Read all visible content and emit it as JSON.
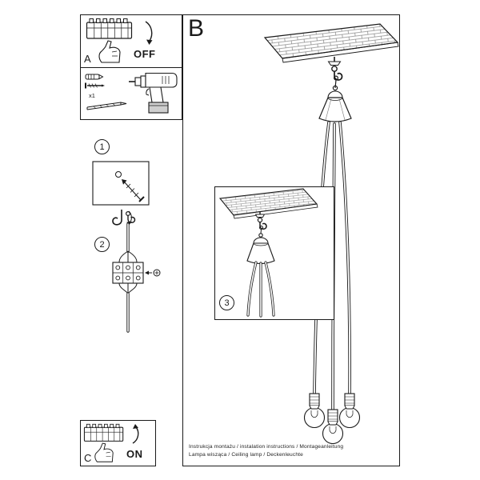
{
  "colors": {
    "ink": "#1a1a1a",
    "paper": "#ffffff",
    "battery_shade": "#cfcfcf"
  },
  "panel_a": {
    "label": "A",
    "state": "OFF"
  },
  "tools": {
    "qty": "x1"
  },
  "panel_b": {
    "label": "B"
  },
  "steps": {
    "one": "1",
    "two": "2",
    "three": "3"
  },
  "panel_c": {
    "label": "C",
    "state": "ON"
  },
  "footer": {
    "line1": "Instrukcja montażu / instalation instructions / Montageanleitung",
    "line2": "Lampa wisząca / Ceiling lamp / Deckenleuchte"
  },
  "icons": [
    "fuse-box-icon",
    "hand-icon",
    "curved-arrow-icon",
    "wall-anchor-icon",
    "screw-icon",
    "drill-bit-icon",
    "drill-icon",
    "ceiling-plate-drawing",
    "ceiling-hook-icon",
    "canopy-cone-drawing",
    "cable-drawing",
    "bulb-drawing",
    "terminal-block-icon",
    "wall-hole-drawing"
  ]
}
